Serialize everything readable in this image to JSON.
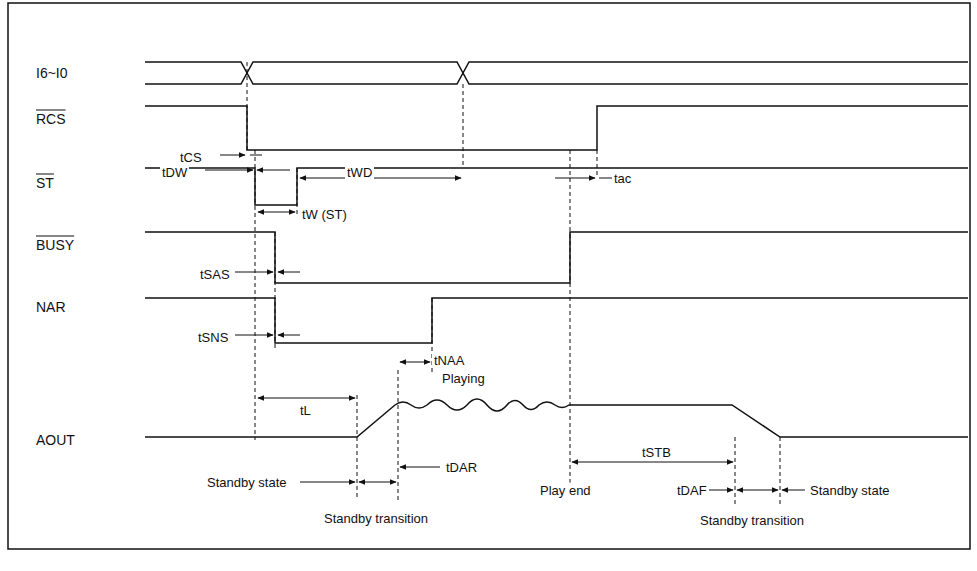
{
  "diagram": {
    "labels": [
      "I6~I0",
      "RCS",
      "tCS",
      "tDW",
      "tWD",
      "tac",
      "ST",
      "tW (ST)",
      "BUSY",
      "tSAS",
      "NAR",
      "tSNS",
      "tNAA",
      "Playing",
      "tL",
      "AOUT",
      "tDAR",
      "Standby state",
      "Standby transition",
      "Play end",
      "tSTB",
      "tDAF",
      "Standby transition",
      "Standby state"
    ]
  }
}
